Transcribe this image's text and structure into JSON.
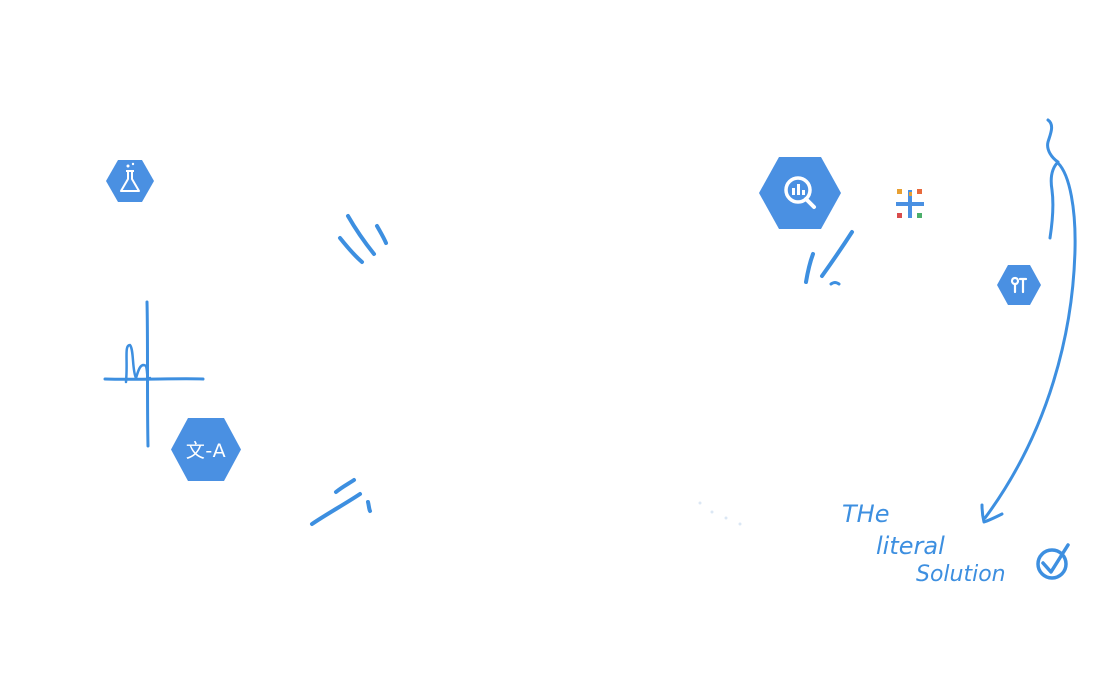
{
  "icons": {
    "lab": {
      "name": "lab-flask-icon"
    },
    "translate": {
      "name": "translate-icon",
      "label": "文-A"
    },
    "bigquery": {
      "name": "bigquery-icon"
    },
    "tableau": {
      "name": "tableau-plus-icon"
    },
    "dataprep": {
      "name": "data-icon"
    }
  },
  "handwriting": {
    "line1": "THe",
    "line2": "literal",
    "line3": "Solution"
  },
  "colors": {
    "hex_blue": "#4a90e2",
    "ink_blue": "#3d8fe0"
  }
}
